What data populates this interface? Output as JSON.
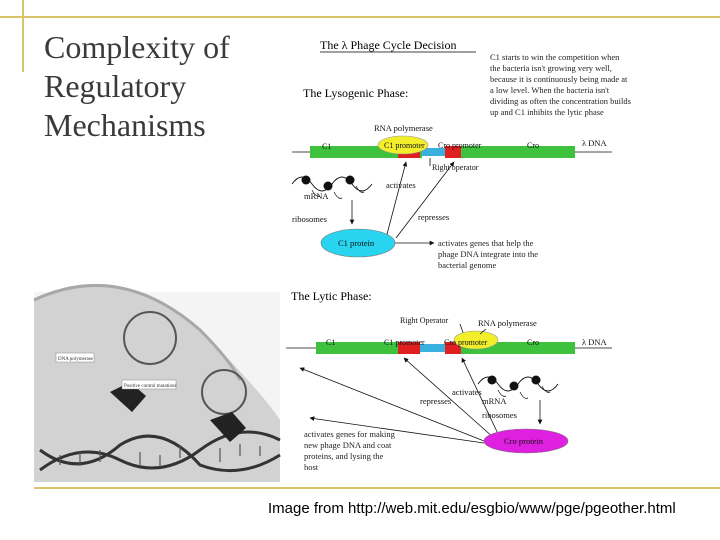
{
  "slide": {
    "title_lines": [
      "Complexity of",
      "Regulatory",
      "Mechanisms"
    ],
    "caption": "Image from http://web.mit.edu/esgbio/www/pge/pgeother.html"
  },
  "figure": {
    "heading": "The λ Phage Cycle Decision",
    "note_lines": [
      "C1 starts to win the competition when",
      "the bacteria isn't growing very well,",
      "because it is continuously being made at",
      "a low level. When the bacteria isn't",
      "dividing as often the concentration builds",
      "up and C1 inhibits the lytic phase"
    ],
    "lysogenic": {
      "phase_title": "The Lysogenic Phase:",
      "rna_polymerase": "RNA polymerase",
      "c1_left": "C1",
      "c1_promoter": "C1 promoter",
      "cro_promoter": "Cro promoter",
      "cro": "Cro",
      "lambda_dna": "λ DNA",
      "right_operator": "Right operator",
      "activates": "activates",
      "mrna": "mRNA",
      "ribosomes": "ribosomes",
      "represses": "represses",
      "protein": "C1 protein",
      "gene_note_lines": [
        "activates genes that help the",
        "phage DNA integrate into the",
        "bacterial genome"
      ]
    },
    "lytic": {
      "phase_title": "The Lytic Phase:",
      "right_operator": "Right Operator",
      "rna_polymerase": "RNA polymerase",
      "c1_left": "C1",
      "c1_promoter": "C1 promoter",
      "cro_promoter": "Cro promoter",
      "cro": "Cro",
      "lambda_dna": "λ DNA",
      "activates": "activates",
      "represses": "represses",
      "mrna": "mRNA",
      "ribosomes": "ribosomes",
      "protein": "Cro protein",
      "gene_note_lines": [
        "activates genes for making",
        "new phage DNA and coat",
        "proteins, and lysing the",
        "host"
      ]
    },
    "photo": {
      "label_top": "DNA polymerase",
      "label_mid": "Positive control mutations"
    }
  },
  "colors": {
    "accent_gold": "#d9c46a",
    "gene_green": "#3ec23e",
    "promoter_red": "#e02020",
    "operator_blue": "#3ab0e0",
    "polymerase_yellow": "#f2ee2a",
    "c1_protein_cyan": "#28d4f0",
    "cro_protein_magenta": "#e020e0"
  }
}
